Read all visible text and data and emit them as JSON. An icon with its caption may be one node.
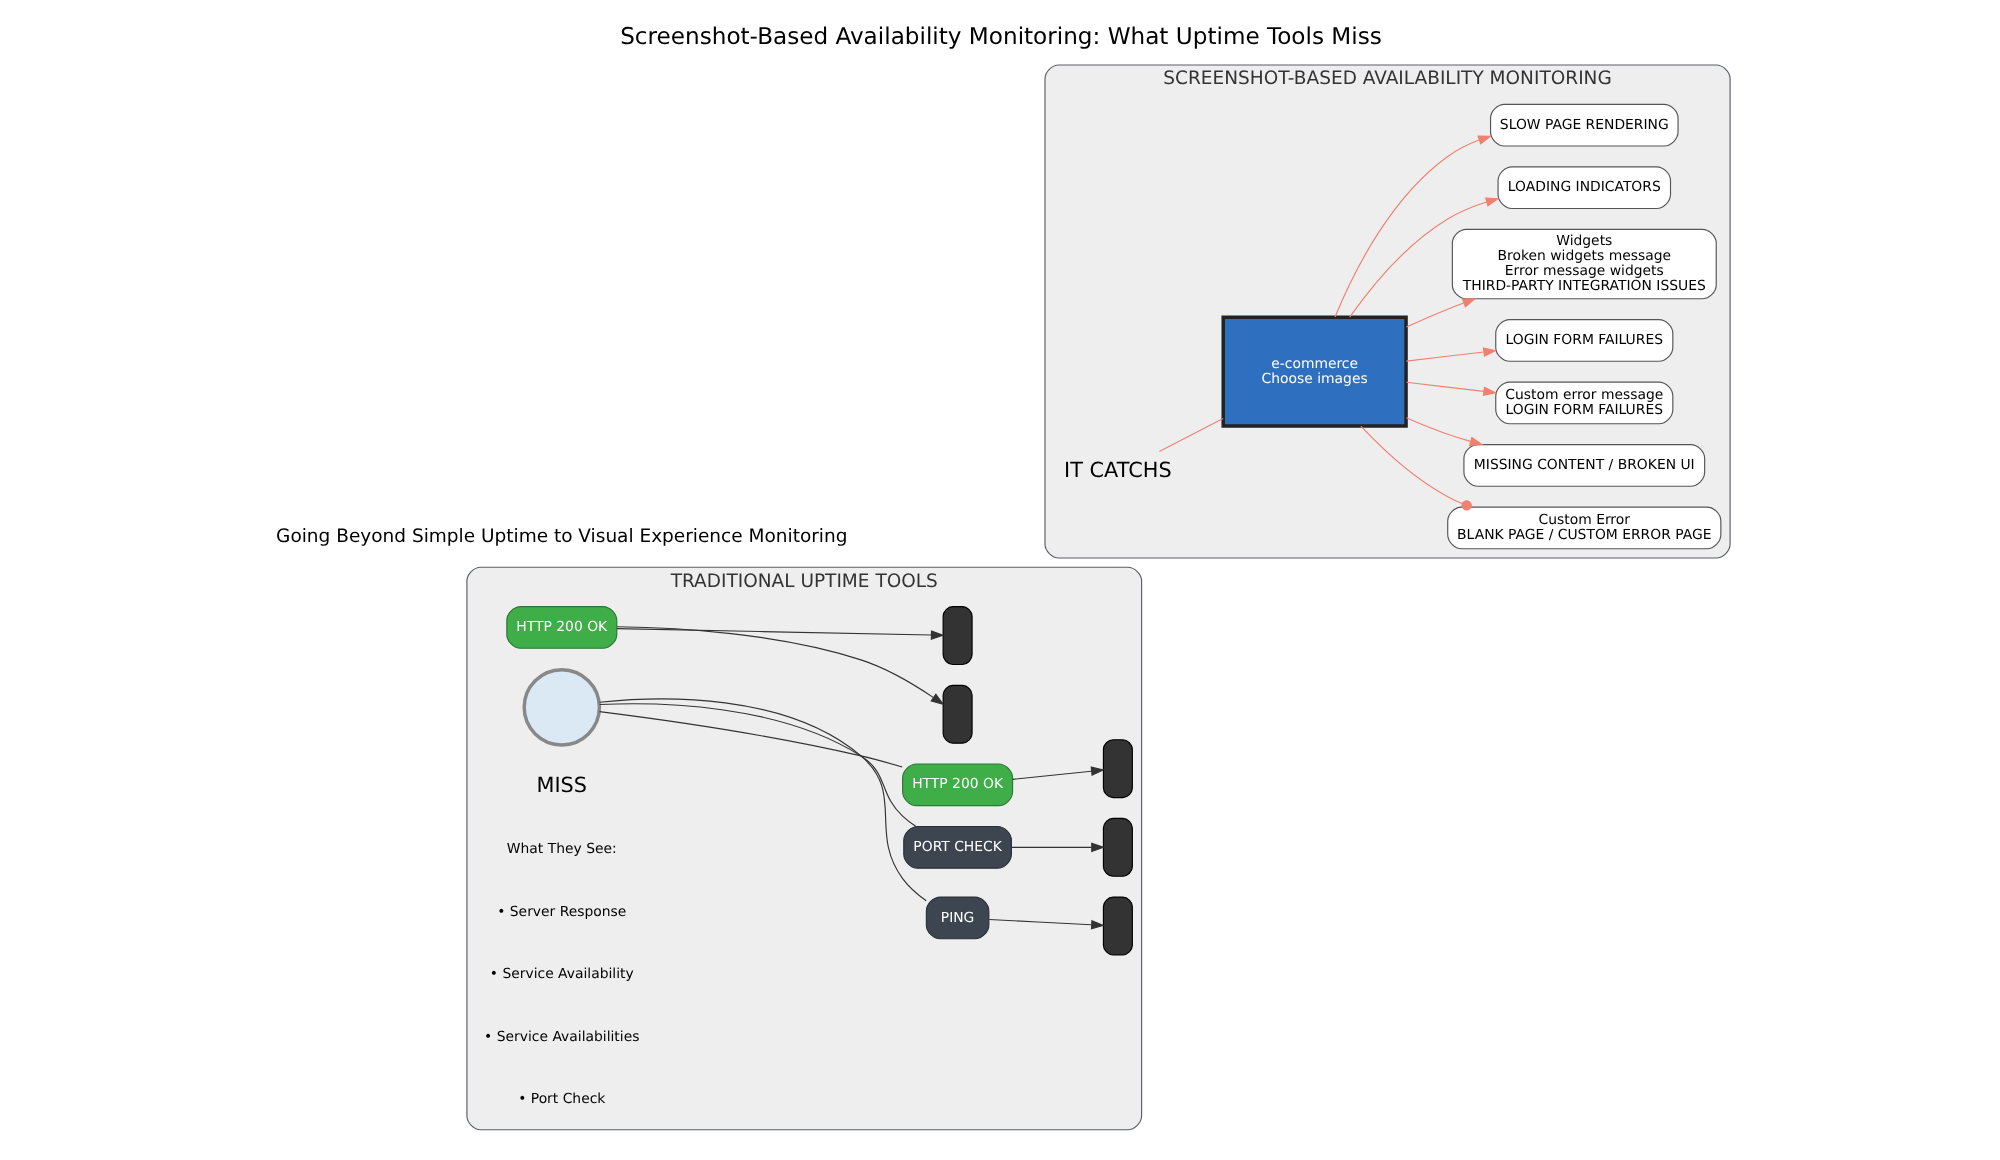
{
  "diagram": {
    "title": "Screenshot-Based Availability Monitoring: What Uptime Tools Miss",
    "caption": "Going Beyond Simple Uptime to Visual Experience Monitoring",
    "nodes": [
      {
        "text": [
          "TRADITIONAL UPTIME TOOLS"
        ]
      },
      {
        "text": [
          "SCREENSHOT-BASED AVAILABILITY MONITORING"
        ]
      },
      {
        "text": [],
        "shape": "box",
        "in": 0
      },
      {
        "text": [
          "HTTP 200 OK"
        ],
        "in": 0
      },
      {
        "text": [],
        "shape": "box",
        "in": 0
      },
      {
        "text": [],
        "shape": "box",
        "in": 0
      },
      {
        "text": [
          "PING"
        ],
        "in": 0
      },
      {
        "text": [],
        "shape": "box",
        "in": 0
      },
      {
        "text": [
          "PORT CHECK"
        ],
        "in": 0
      },
      {
        "text": [],
        "shape": "box",
        "in": 0
      },
      {
        "text": [
          "HTTP 200 OK"
        ],
        "in": 0
      },
      {
        "text": [],
        "shape": "circle",
        "in": 0
      },
      {
        "text": [
          "IT CATCHS"
        ],
        "in": 1
      },
      {
        "text": [
          "e-commerce",
          "Choose images"
        ],
        "in": 1
      },
      {
        "text": [
          "Custom Error",
          "BLANK PAGE / CUSTOM ERROR PAGE"
        ],
        "in": 1
      },
      {
        "text": [
          "MISSING CONTENT / BROKEN UI"
        ],
        "in": 1
      },
      {
        "text": [
          "Custom error message",
          "LOGIN FORM FAILURES"
        ],
        "in": 1
      },
      {
        "text": [
          "LOGIN FORM FAILURES"
        ],
        "in": 1
      },
      {
        "text": [
          "Widgets",
          "Broken widgets message",
          "Error message widgets",
          "THIRD-PARTY INTEGRATION ISSUES"
        ],
        "in": 1
      },
      {
        "text": [
          "LOADING INDICATORS"
        ],
        "in": 1
      },
      {
        "text": [
          "SLOW PAGE RENDERING"
        ],
        "in": 1
      }
    ],
    "edges": [
      {
        "from": 3,
        "to": 2,
        "arrow": "to"
      },
      {
        "from": 3,
        "to": 4,
        "arrow": "to"
      },
      {
        "from": 6,
        "to": 5,
        "arrow": "to"
      },
      {
        "from": 8,
        "to": 7,
        "arrow": "to"
      },
      {
        "from": 10,
        "to": 9,
        "arrow": "to"
      },
      {
        "from": 11,
        "to": 6,
        "arrow": "none"
      },
      {
        "from": 11,
        "to": 8,
        "arrow": "none"
      },
      {
        "from": 11,
        "to": 10,
        "arrow": "none"
      },
      {
        "from": 12,
        "to": 13,
        "arrow": "none",
        "color": "#f08070"
      },
      {
        "from": 13,
        "to": 14,
        "arrow": "other",
        "color": "#f08070"
      },
      {
        "from": 13,
        "to": 15,
        "arrow": "to",
        "color": "#f08070"
      },
      {
        "from": 13,
        "to": 16,
        "arrow": "to",
        "color": "#f08070"
      },
      {
        "from": 13,
        "to": 17,
        "arrow": "to",
        "color": "#f08070"
      },
      {
        "from": 13,
        "to": 18,
        "arrow": "to",
        "color": "#f08070"
      },
      {
        "from": 13,
        "to": 19,
        "arrow": "to",
        "color": "#f08070"
      },
      {
        "from": 13,
        "to": 20,
        "arrow": "to",
        "color": "#f08070"
      }
    ],
    "labels": [
      "MISS",
      "What They See:",
      "• Server Response",
      "• Service Availability",
      "• Service Availabilities",
      "• Port Check"
    ]
  }
}
